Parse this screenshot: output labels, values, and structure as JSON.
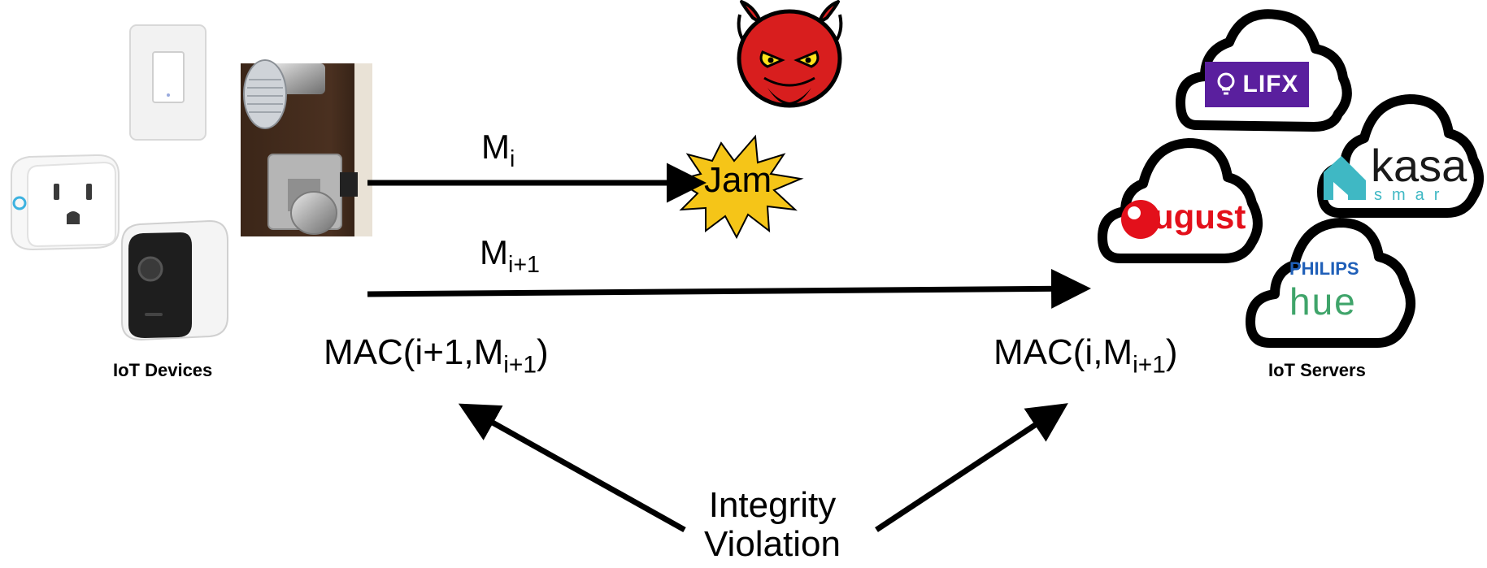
{
  "labels": {
    "iot_devices": "IoT Devices",
    "iot_servers": "IoT Servers",
    "m_i": {
      "base": "M",
      "sub": "i"
    },
    "m_i1": {
      "base": "M",
      "sub": "i+1"
    },
    "jam": "Jam",
    "mac_left": {
      "prefix": "MAC(i+1,M",
      "sub": "i+1",
      "suffix": ")"
    },
    "mac_right": {
      "prefix": "MAC(i,M",
      "sub": "i+1",
      "suffix": ")"
    },
    "integrity_line1": "Integrity",
    "integrity_line2": "Violation"
  },
  "logos": {
    "lifx": "LIFX",
    "kasa": "kasa",
    "kasa_sub": "smar",
    "august": "ugust",
    "philips": "PHILIPS",
    "hue": "hue"
  },
  "icons": [
    "devil-icon",
    "jam-burst-icon",
    "smart-switch-icon",
    "smart-plug-icon",
    "camera-icon",
    "smart-lock-icon",
    "cloud-icon"
  ],
  "colors": {
    "lifx_bg": "#5a1f9e",
    "august_red": "#e3101b",
    "kasa_teal": "#3fb8c4",
    "philips_blue": "#1f5fb8",
    "devil_red": "#d81e1e",
    "jam_yellow": "#f5c518"
  }
}
